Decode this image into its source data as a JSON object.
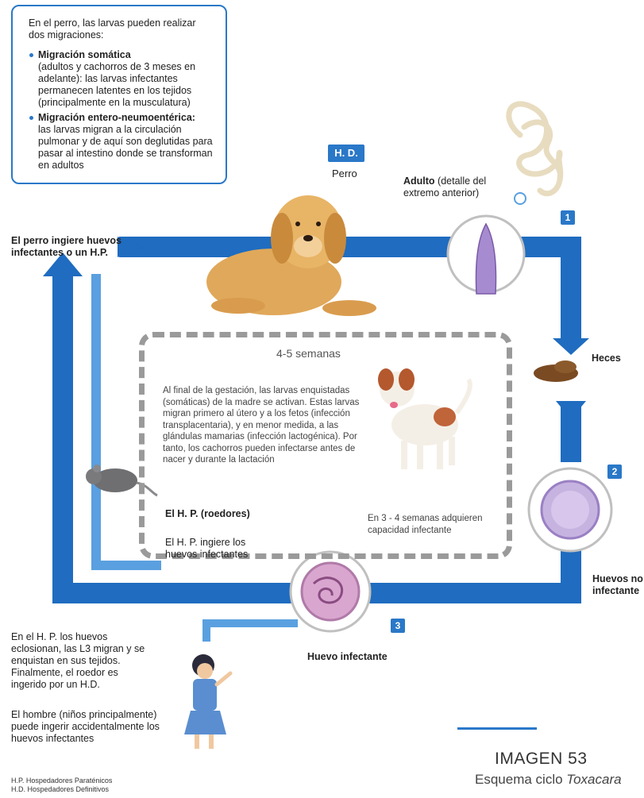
{
  "info_box": {
    "intro": "En el perro, las larvas pueden realizar dos migraciones:",
    "items": [
      {
        "title": "Migración somática",
        "text": "(adultos y cachorros de 3 meses en adelante): las larvas infectantes permanecen latentes en los tejidos (principalmente en la musculatura)"
      },
      {
        "title": "Migración entero-neumoentérica:",
        "text": "las larvas migran a la circulación pulmonar y de aquí son deglutidas para pasar al intestino donde se transforman en adultos"
      }
    ]
  },
  "host": {
    "badge": "H. D.",
    "name": "Perro"
  },
  "adult": {
    "bold": "Adulto",
    "rest": " (detalle del extremo anterior)"
  },
  "steps": [
    "1",
    "2",
    "3"
  ],
  "labels": {
    "dog_ingests": "El perro ingiere huevos infectantes o un H.P.",
    "feces": "Heces",
    "eggs_noninfective": "Huevos no infectante",
    "egg_infective": "Huevo  infectante",
    "rodents": "El H. P. (roedores)",
    "hp_ingests": "El H. P. ingiere los huevos infectantes",
    "weeks_infective": "En 3 - 4 semanas adquieren capacidad infectante",
    "weeks": "4-5 semanas",
    "gestation": "Al final de la gestación, las larvas enquistadas (somáticas) de la madre se activan. Estas larvas migran primero al útero y a los fetos (infección transplacentaria), y en menor medida, a las glándulas mamarias (infección lactogénica). Por tanto, los cachorros pueden infectarse antes de nacer y durante la lactación",
    "hp_text": "En el H. P. los huevos eclosionan, las L3 migran y se enquistan en sus tejidos. Finalmente, el roedor es ingerido por un H.D.",
    "human_text": "El hombre (niños principalmente) puede ingerir accidentalmente los huevos infectantes"
  },
  "footer": {
    "title": "IMAGEN 53",
    "subtitle_prefix": "Esquema ciclo ",
    "subtitle_italic": "Toxacara",
    "legend": [
      "H.P. Hospedadores Paraténicos",
      "H.D. Hospedadores Definitivos"
    ]
  },
  "colors": {
    "accent": "#2a78c8",
    "arrow": "#1f6cc0",
    "light_arrow": "#5aa0e0",
    "dashed": "#9a9a9a"
  }
}
